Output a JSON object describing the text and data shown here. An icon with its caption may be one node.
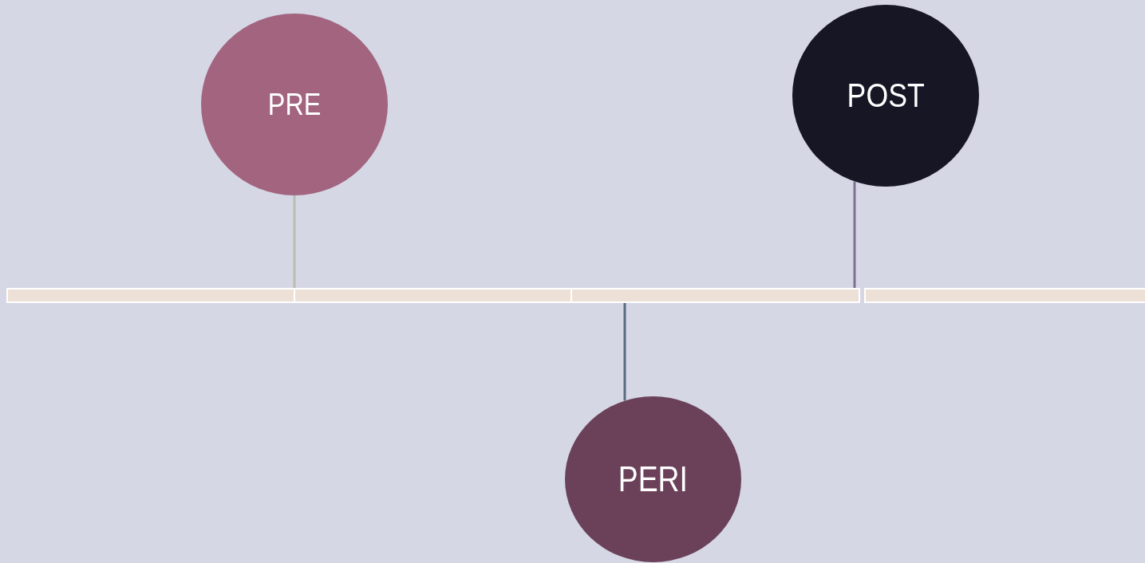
{
  "diagram": {
    "nodes": [
      {
        "text": [
          "PRE"
        ]
      },
      {
        "text": [
          "POST"
        ]
      },
      {
        "text": [],
        "shape": "bar"
      },
      {
        "text": [],
        "shape": "bar"
      },
      {
        "text": [],
        "shape": "bar"
      },
      {
        "text": [],
        "shape": "bar"
      },
      {
        "text": [
          "PERI"
        ]
      }
    ],
    "edges": [
      {
        "from": 0,
        "to": 2,
        "arrow": "none",
        "color": "#b9bcb0"
      },
      {
        "from": 1,
        "to": 4,
        "arrow": "none",
        "color": "#7f6f91"
      },
      {
        "from": 4,
        "to": 6,
        "arrow": "none",
        "color": "#5a6a80"
      }
    ]
  }
}
